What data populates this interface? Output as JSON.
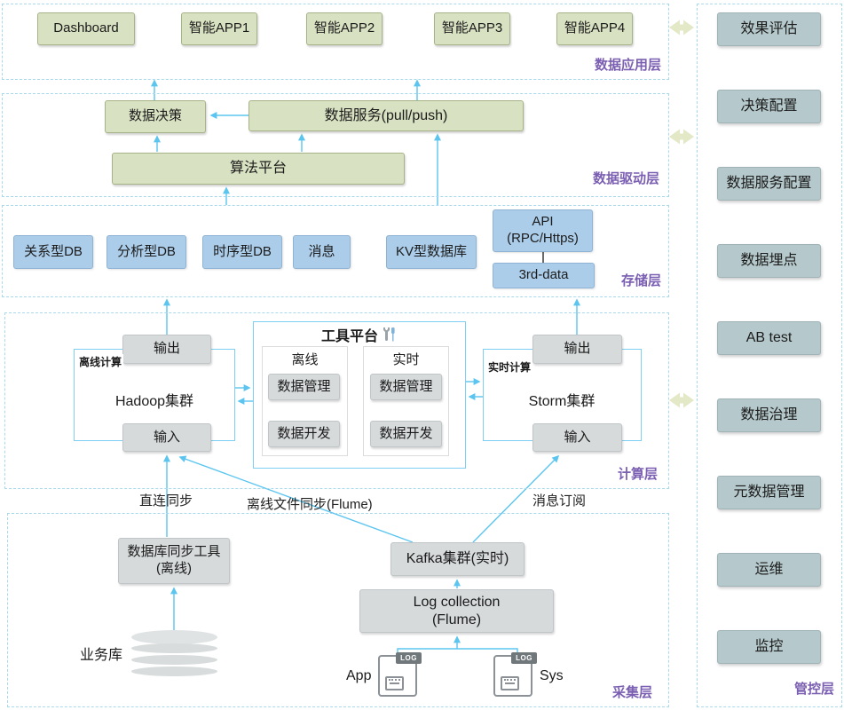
{
  "layers": {
    "application": {
      "label": "数据应用层",
      "boxes": [
        "Dashboard",
        "智能APP1",
        "智能APP2",
        "智能APP3",
        "智能APP4"
      ]
    },
    "driver": {
      "label": "数据驱动层",
      "decision": "数据决策",
      "service": "数据服务(pull/push)",
      "algorithm": "算法平台"
    },
    "storage": {
      "label": "存储层",
      "boxes": [
        "关系型DB",
        "分析型DB",
        "时序型DB",
        "消息",
        "KV型数据库"
      ],
      "api_line1": "API",
      "api_line2": "(RPC/Https)",
      "third_party": "3rd-data"
    },
    "compute": {
      "label": "计算层",
      "hadoop": {
        "tag": "离线计算",
        "name": "Hadoop集群",
        "output": "输出",
        "input": "输入"
      },
      "storm": {
        "tag": "实时计算",
        "name": "Storm集群",
        "output": "输出",
        "input": "输入"
      },
      "tools": {
        "title": "工具平台",
        "offline": {
          "title": "离线",
          "item1": "数据管理",
          "item2": "数据开发"
        },
        "realtime": {
          "title": "实时",
          "item1": "数据管理",
          "item2": "数据开发"
        }
      }
    },
    "collection": {
      "label": "采集层",
      "sync_tool_line1": "数据库同步工具",
      "sync_tool_line2": "(离线)",
      "business_db": "业务库",
      "kafka": "Kafka集群(实时)",
      "log_line1": "Log collection",
      "log_line2": "(Flume)",
      "app": "App",
      "sys": "Sys",
      "log_badge": "LOG"
    },
    "management": {
      "label": "管控层",
      "boxes": [
        "效果评估",
        "决策配置",
        "数据服务配置",
        "数据埋点",
        "AB test",
        "数据治理",
        "元数据管理",
        "运维",
        "监控"
      ]
    }
  },
  "connection_labels": {
    "direct_sync": "直连同步",
    "offline_file_sync": "离线文件同步(Flume)",
    "message_subscribe": "消息订阅"
  },
  "colors": {
    "green_box": "#d8e1c1",
    "blue_box": "#abcdea",
    "gray_box": "#d6dadb",
    "teal_box": "#b5c8cb",
    "arrow_blue": "#5bc5f0",
    "dashed_border": "#a8d9ec",
    "layer_label_purple": "#7b5fb2",
    "exchange_arrow_green": "#e3e8c7",
    "group_border_blue": "#7fcef3"
  }
}
